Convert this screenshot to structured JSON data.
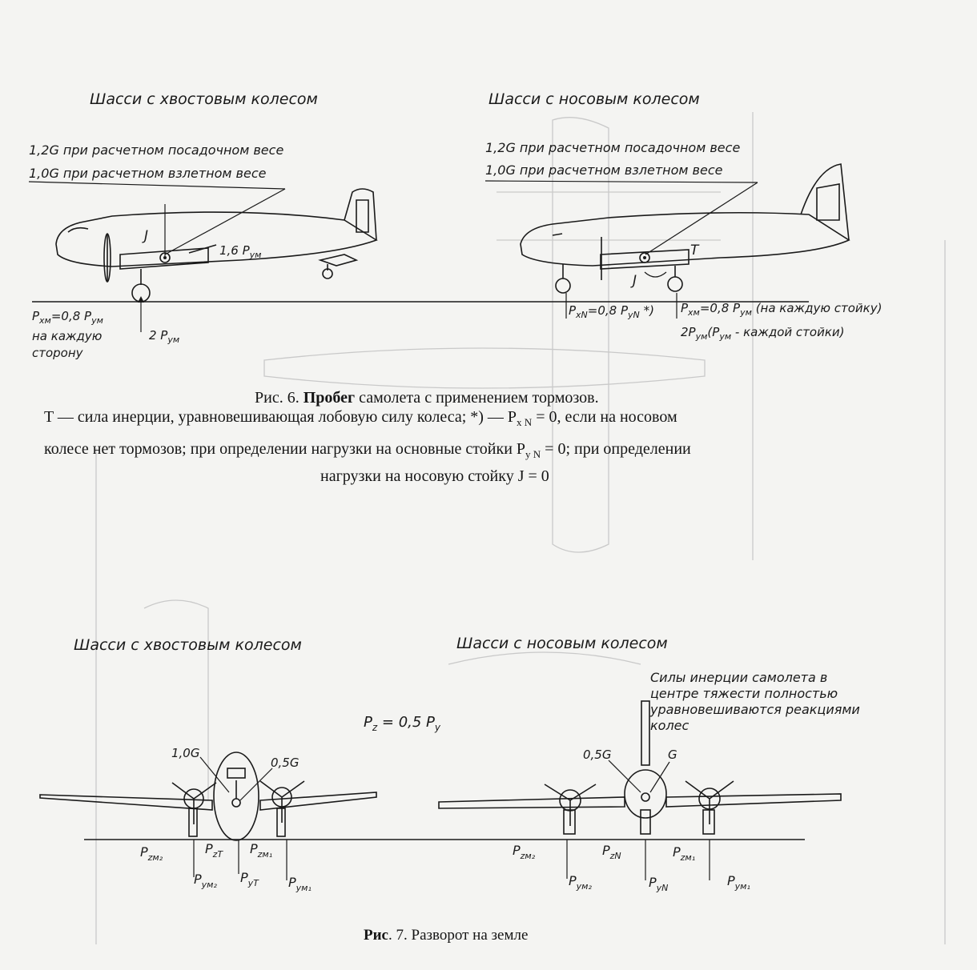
{
  "fig6": {
    "title_left": "Шасси с хвостовым колесом",
    "title_right": "Шасси с носовым колесом",
    "left_load1": "1,2G при расчетном посадочном весе",
    "left_load2": "1,0G при расчетном взлетном весе",
    "right_load1": "1,2G при расчетном посадочном весе",
    "right_load2": "1,0G при расчетном взлетном весе",
    "J": "J",
    "T": "T",
    "left_pym_label": "1,6 P",
    "left_pym_sub": "yм",
    "left_pxm": "P",
    "left_pxm_sub": "xм",
    "left_pxm_rest": "=0,8 P",
    "left_pxm_rest_sub": "yм",
    "left_side1": "на каждую",
    "left_side2": "сторону",
    "left_2pym": "2 P",
    "left_2pym_sub": "yм",
    "right_pxn": "P",
    "right_pxn_sub": "xN",
    "right_pxn_rest": "=0,8 P",
    "right_pxn_rest_sub": "yN",
    "right_pxn_star": " *)",
    "right_pxm": "P",
    "right_pxm_sub": "xм",
    "right_pxm_rest": "=0,8 P",
    "right_pxm_rest_sub": "yм",
    "right_pxm_note": " (на каждую стойку)",
    "right_2pym": "2P",
    "right_2pym_sub": "yм",
    "right_2pym_note_a": "(P",
    "right_2pym_note_sub": "yм",
    "right_2pym_note_b": " - каждой стойки)",
    "caption_line1_a": "Рис. 6. ",
    "caption_line1_b": "Пробег",
    "caption_line1_c": " самолета с применением тормозов.",
    "caption_line2": "T — сила инерции, уравновешивающая лобовую силу колеса; *) — P",
    "caption_line2_sub": "x N",
    "caption_line2_tail": " = 0, если на носовом",
    "caption_line3": "колесе нет тормозов; при определении нагрузки на основные стойки P",
    "caption_line3_sub": "y N",
    "caption_line3_tail": " = 0; при определении",
    "caption_line4": "нагрузки на носовую стойку J = 0"
  },
  "fig7": {
    "title_left": "Шасси с хвостовым колесом",
    "title_right": "Шасси с носовым колесом",
    "note1": "Силы инерции самолета в",
    "note2": "центре тяжести полностью",
    "note3": "уравновешиваются реакциями",
    "note4": "колес",
    "pz_eq": "P",
    "pz_eq_sub": "z",
    "pz_eq_rest": " = 0,5 P",
    "pz_eq_rest_sub": "y",
    "left_10g": "1,0G",
    "left_05g": "0,5G",
    "right_05g": "0,5G",
    "right_g": "G",
    "lp_zm2": "P",
    "lp_zm2_sub": "zм₂",
    "lp_zt": "P",
    "lp_zt_sub": "zT",
    "lp_zm1": "P",
    "lp_zm1_sub": "zм₁",
    "lp_ym2": "P",
    "lp_ym2_sub": "yм₂",
    "lp_yt": "P",
    "lp_yt_sub": "yT",
    "lp_ym1": "P",
    "lp_ym1_sub": "yм₁",
    "rp_zm2": "P",
    "rp_zm2_sub": "zм₂",
    "rp_zn": "P",
    "rp_zn_sub": "zN",
    "rp_zm1": "P",
    "rp_zm1_sub": "zм₁",
    "rp_ym2": "P",
    "rp_ym2_sub": "yм₂",
    "rp_yn": "P",
    "rp_yn_sub": "yN",
    "rp_ym1": "P",
    "rp_ym1_sub": "yм₁",
    "caption_a": "Рис",
    "caption_b": ". 7. Разворот на земле"
  }
}
